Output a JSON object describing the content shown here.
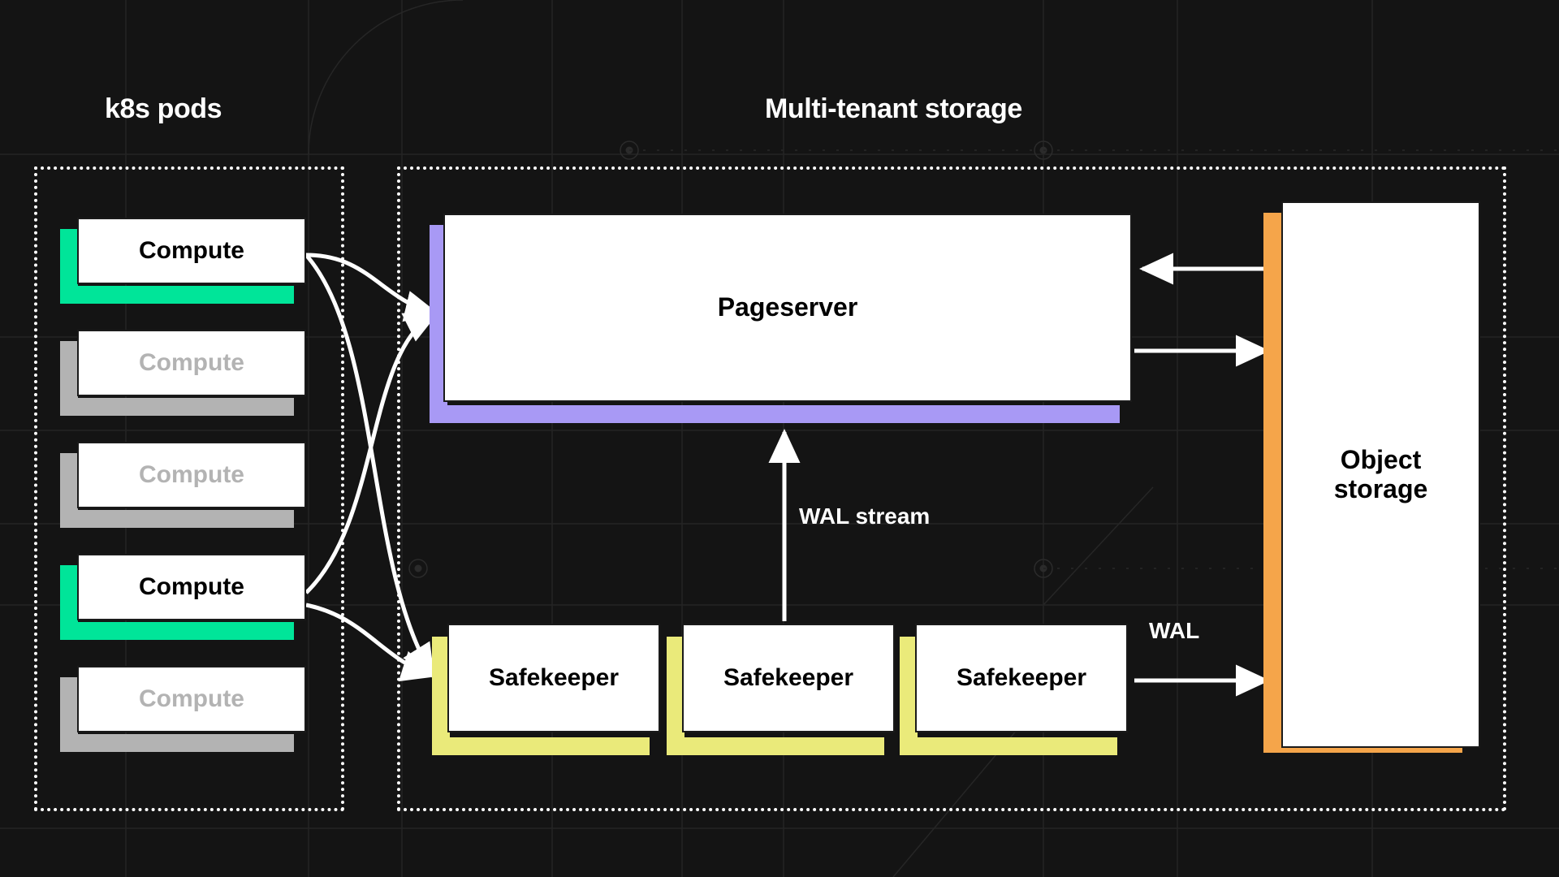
{
  "diagram": {
    "title_k8s": "k8s pods",
    "title_storage": "Multi-tenant storage",
    "background_color": "#141414",
    "node_fill": "#ffffff",
    "node_text": "#000000",
    "idle_text": "#b3b3b3",
    "connector_color": "#ffffff"
  },
  "groups": {
    "k8s": {
      "label": "k8s pods"
    },
    "storage": {
      "label": "Multi-tenant storage"
    }
  },
  "compute_nodes": [
    {
      "label": "Compute",
      "state": "active",
      "accent": "#00e599"
    },
    {
      "label": "Compute",
      "state": "idle",
      "accent": "#b3b3b3"
    },
    {
      "label": "Compute",
      "state": "idle",
      "accent": "#b3b3b3"
    },
    {
      "label": "Compute",
      "state": "active",
      "accent": "#00e599"
    },
    {
      "label": "Compute",
      "state": "idle",
      "accent": "#b3b3b3"
    }
  ],
  "pageserver": {
    "label": "Pageserver",
    "accent": "#a899f5"
  },
  "safekeepers": [
    {
      "label": "Safekeeper",
      "accent": "#eaea7a"
    },
    {
      "label": "Safekeeper",
      "accent": "#eaea7a"
    },
    {
      "label": "Safekeeper",
      "accent": "#eaea7a"
    }
  ],
  "object_storage": {
    "label": "Object\nstorage",
    "line1": "Object",
    "line2": "storage",
    "accent": "#f5a council"
  },
  "edge_labels": {
    "wal_stream": "WAL stream",
    "wal": "WAL"
  }
}
